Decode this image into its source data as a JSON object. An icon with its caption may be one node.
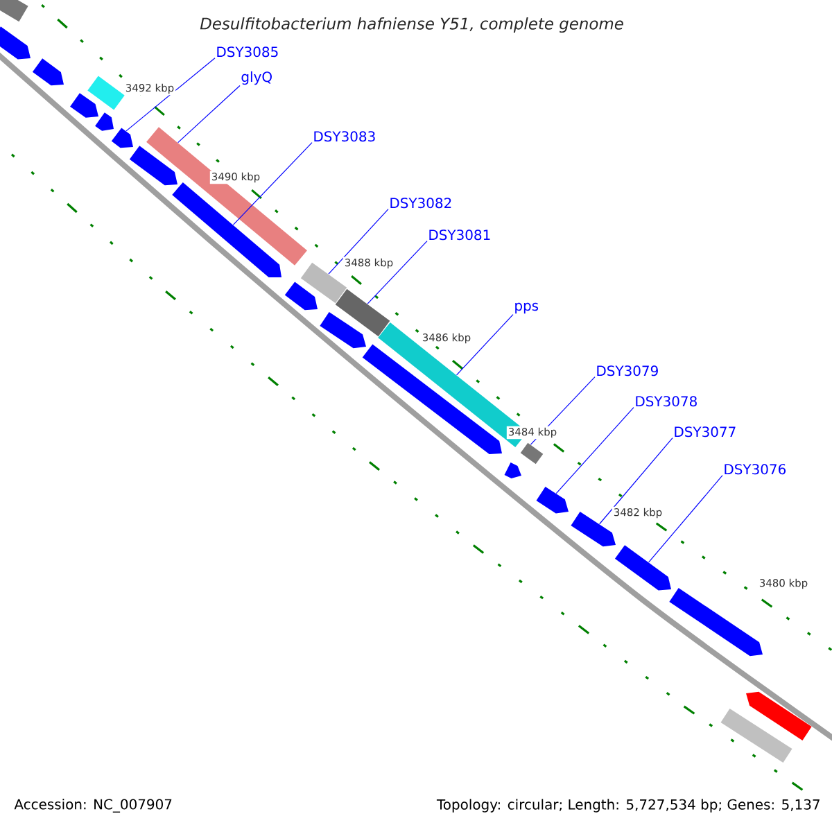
{
  "diagram": {
    "title": "Desulfitobacterium hafniense Y51, complete genome",
    "nodes": [
      {
        "text": [
          "DSY3085"
        ]
      },
      {
        "text": [
          "glyQ"
        ]
      },
      {
        "text": [
          "DSY3083"
        ]
      },
      {
        "text": [
          "DSY3082"
        ]
      },
      {
        "text": [
          "DSY3081"
        ]
      },
      {
        "text": [
          "pps"
        ]
      },
      {
        "text": [
          "DSY3079"
        ]
      },
      {
        "text": [
          "DSY3078"
        ]
      },
      {
        "text": [
          "DSY3077"
        ]
      },
      {
        "text": [
          "DSY3076"
        ]
      },
      {
        "text": [],
        "shape": "pentagon"
      },
      {
        "text": [],
        "shape": "bar"
      },
      {
        "text": [],
        "shape": "pentagon"
      },
      {
        "text": [],
        "shape": "pentagon"
      },
      {
        "text": [],
        "shape": "bar"
      },
      {
        "text": [],
        "shape": "pentagon"
      },
      {
        "text": [],
        "shape": "pentagon"
      },
      {
        "text": [],
        "shape": "pentagon"
      },
      {
        "text": [],
        "shape": "bar"
      },
      {
        "text": [],
        "shape": "pentagon"
      },
      {
        "text": [],
        "shape": "pentagon"
      },
      {
        "text": [],
        "shape": "bar"
      },
      {
        "text": [],
        "shape": "pentagon"
      },
      {
        "text": [],
        "shape": "bar"
      },
      {
        "text": [],
        "shape": "pentagon"
      },
      {
        "text": [],
        "shape": "bar"
      },
      {
        "text": [],
        "shape": "pentagon"
      },
      {
        "text": [],
        "shape": "bar"
      },
      {
        "text": [],
        "shape": "pentagon"
      },
      {
        "text": [],
        "shape": "pentagon"
      },
      {
        "text": [],
        "shape": "pentagon"
      },
      {
        "text": [],
        "shape": "pentagon"
      },
      {
        "text": [],
        "shape": "bar"
      },
      {
        "text": [],
        "shape": "pentagon"
      }
    ],
    "edges": [
      {
        "from": 0,
        "to": 16,
        "arrow": "none"
      },
      {
        "from": 1,
        "to": 18,
        "arrow": "none"
      },
      {
        "from": 2,
        "to": 19,
        "arrow": "none"
      },
      {
        "from": 3,
        "to": 21,
        "arrow": "none"
      },
      {
        "from": 4,
        "to": 23,
        "arrow": "none"
      },
      {
        "from": 5,
        "to": 25,
        "arrow": "none"
      },
      {
        "from": 6,
        "to": 27,
        "arrow": "none"
      },
      {
        "from": 7,
        "to": 28,
        "arrow": "none"
      },
      {
        "from": 8,
        "to": 29,
        "arrow": "none"
      },
      {
        "from": 9,
        "to": 30,
        "arrow": "none"
      }
    ],
    "labels": [
      "3492 kbp",
      "3490 kbp",
      "3488 kbp",
      "3486 kbp",
      "3484 kbp",
      "3482 kbp",
      "3480 kbp",
      "Accession: NC_007907",
      "Topology: circular; Length: 5,727,534 bp; Genes: 5,137"
    ]
  }
}
